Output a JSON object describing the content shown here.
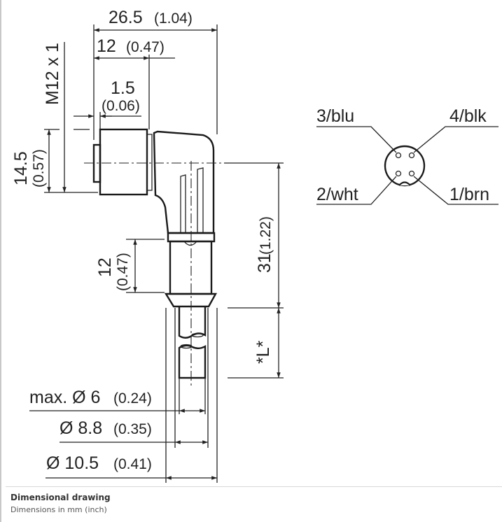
{
  "dimensions": {
    "overall_width": {
      "mm": "26.5",
      "inch": "(1.04)"
    },
    "width_12": {
      "mm": "12",
      "inch": "(0.47)"
    },
    "offset_1_5": {
      "mm": "1.5",
      "inch": "(0.06)"
    },
    "thread": "M12 x 1",
    "nut_height": {
      "mm": "14.5",
      "inch": "(0.57)"
    },
    "sleeve_length": {
      "mm": "12",
      "inch": "(0.47)"
    },
    "body_height": {
      "mm": "31",
      "inch": "(1.22)"
    },
    "cable_length": "*L*",
    "cable_dia": {
      "label": "max. Ø 6",
      "inch": "(0.24)"
    },
    "sleeve_dia": {
      "label": "Ø 8.8",
      "inch": "(0.35)"
    },
    "collar_dia": {
      "label": "Ø 10.5",
      "inch": "(0.41)"
    }
  },
  "pinout": {
    "pin3": "3/blu",
    "pin4": "4/blk",
    "pin2": "2/wht",
    "pin1": "1/brn"
  },
  "caption": {
    "title": "Dimensional drawing",
    "subtitle": "Dimensions in mm (inch)"
  }
}
